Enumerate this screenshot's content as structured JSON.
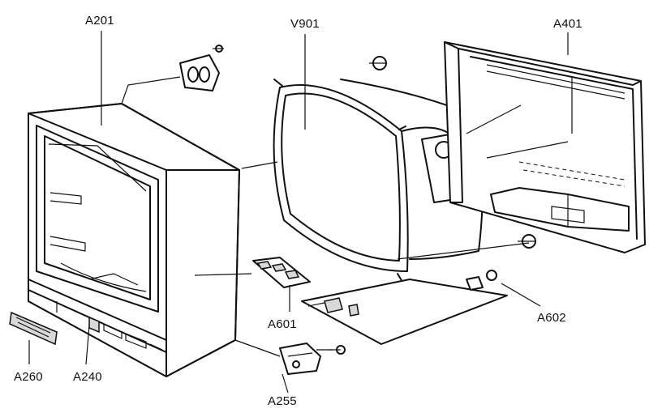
{
  "labels": {
    "a201": "A201",
    "v901": "V901",
    "a401": "A401",
    "a601": "A601",
    "a602": "A602",
    "a260": "A260",
    "a240": "A240",
    "a255": "A255"
  }
}
